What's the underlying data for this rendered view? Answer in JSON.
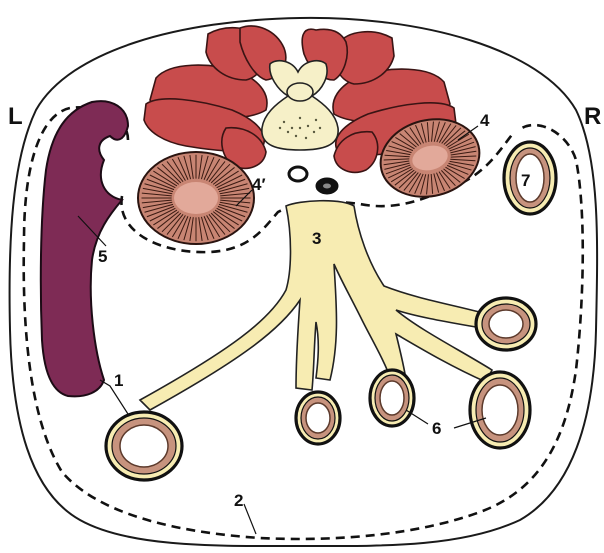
{
  "side_labels": {
    "left": "L",
    "right": "R"
  },
  "labels": {
    "l1": "1",
    "l2": "2",
    "l3": "3",
    "l4": "4",
    "l4p": "4′",
    "l5": "5",
    "l6": "6",
    "l7": "7"
  },
  "colors": {
    "muscle": "#c84c4c",
    "mesentery": "#f7ecb2",
    "spleen": "#7e2b55",
    "kidney": "#c88573"
  }
}
